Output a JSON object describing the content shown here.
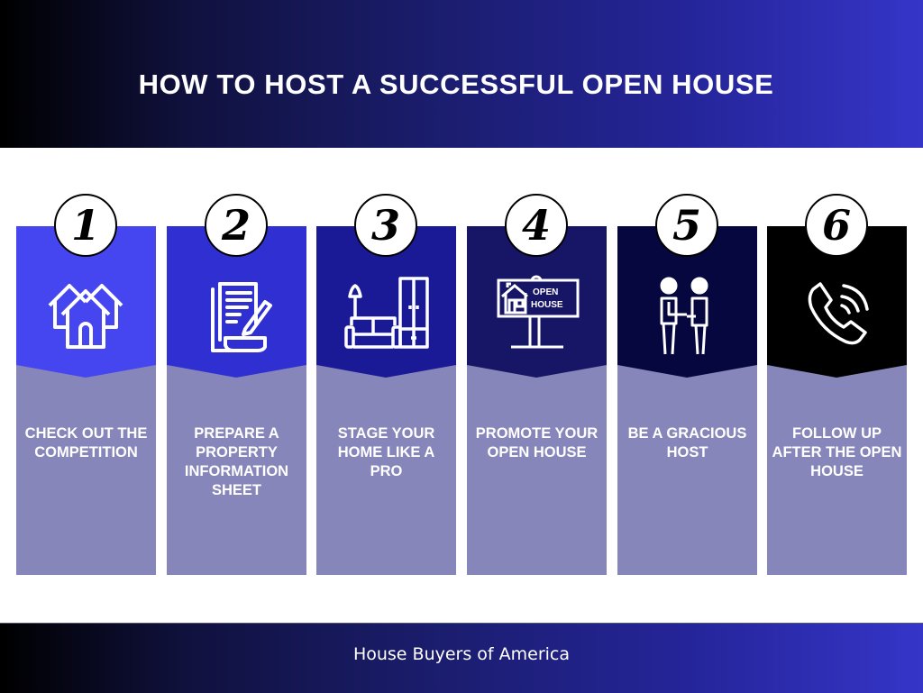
{
  "header": {
    "title": "HOW TO HOST A SUCCESSFUL OPEN HOUSE"
  },
  "steps": [
    {
      "number": "1",
      "label": "CHECK OUT THE COMPETITION",
      "icon": "houses-icon",
      "color": "#4646f0"
    },
    {
      "number": "2",
      "label": "PREPARE A PROPERTY INFORMATION SHEET",
      "icon": "document-pen-icon",
      "color": "#3030d2"
    },
    {
      "number": "3",
      "label": "STAGE YOUR HOME LIKE A PRO",
      "icon": "furniture-icon",
      "color": "#1a1a96"
    },
    {
      "number": "4",
      "label": "PROMOTE YOUR OPEN HOUSE",
      "icon": "open-house-sign-icon",
      "color": "#171566",
      "sign_text": [
        "OPEN",
        "HOUSE"
      ]
    },
    {
      "number": "5",
      "label": "BE A GRACIOUS HOST",
      "icon": "handshake-icon",
      "color": "#070740"
    },
    {
      "number": "6",
      "label": "FOLLOW UP AFTER THE OPEN HOUSE",
      "icon": "phone-call-icon",
      "color": "#000000"
    }
  ],
  "colors": {
    "panel_bottom": "#8786ba",
    "header_start": "#000000",
    "header_end": "#3535c9"
  },
  "footer": {
    "text": "House Buyers of America"
  }
}
